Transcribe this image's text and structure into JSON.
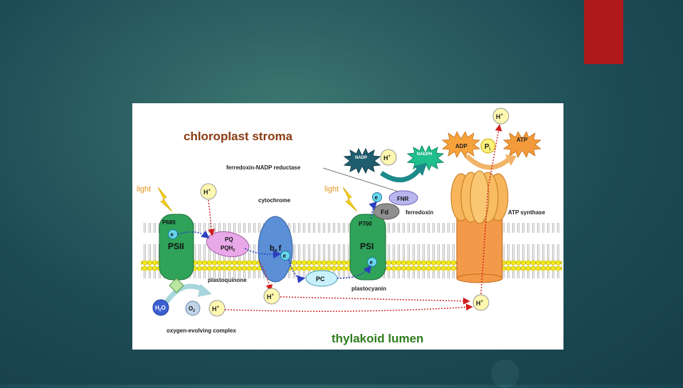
{
  "diagram": {
    "stroma_label": "chloroplast stroma",
    "lumen_label": "thylakoid lumen",
    "light_left": "light",
    "light_right": "light",
    "fnr_full": "ferredoxin-NADP reductase",
    "nadp": "NADP",
    "nadph": "NADPH",
    "hplus": "H",
    "adp": "ADP",
    "pi": "P",
    "pi_sub": "i",
    "atp": "ATP",
    "atp_synthase": "ATP synthase",
    "cytochrome": "cytochrome",
    "p680": "P680",
    "p700": "P700",
    "psii": "PSII",
    "psi": "PSI",
    "electron": "e",
    "pq": "PQ",
    "pqh2": "PQH",
    "pqh2_sub": "2",
    "b6f_b": "b",
    "b6f_sub": "6",
    "b6f_f": "f",
    "fnr": "FNR",
    "fd": "Fd",
    "ferredoxin": "ferredoxin",
    "plastoquinone": "plastoquinone",
    "pc": "PC",
    "plastocyanin": "plastocyanin",
    "h2o_h": "H",
    "h2o_sub": "2",
    "h2o_o": "O",
    "o2_o": "O",
    "o2_sub": "2",
    "oec": "oxygen-evolving complex"
  },
  "colors": {
    "accent_bar": "#b0191a",
    "stroma_text": "#8a3c14",
    "lumen_text": "#2f7d1e",
    "light_text": "#e0961a",
    "photosystem": "#2fa35a",
    "cytochrome": "#5b8fd6",
    "plastoquinone": "#e9a8e8",
    "atp_synthase": "#f39a4a",
    "teal_arrow": "#1d8a8a",
    "h_ion": "#fff8b0"
  }
}
